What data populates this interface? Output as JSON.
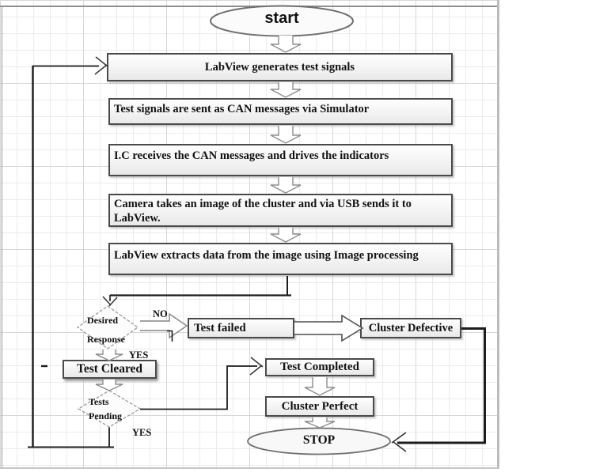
{
  "flowchart": {
    "start_label": "start",
    "stop_label": "STOP",
    "steps": [
      {
        "label": "LabView generates test signals"
      },
      {
        "label": "Test signals are sent as CAN messages via Simulator"
      },
      {
        "label": "I.C receives the CAN messages and drives the indicators"
      },
      {
        "label": "Camera takes an image of the cluster and via USB sends it to LabView."
      },
      {
        "label": "LabView extracts data from the image using Image processing"
      }
    ],
    "decisions": [
      {
        "line1": "Desired",
        "line2": "Response",
        "no_label": "NO",
        "yes_label": "YES"
      },
      {
        "line1": "Tests",
        "line2": "Pending",
        "yes_label": "YES"
      }
    ],
    "results": {
      "test_failed": "Test failed",
      "cluster_defective": "Cluster Defective",
      "test_cleared": "Test Cleared",
      "test_completed": "Test Completed",
      "cluster_perfect": "Cluster Perfect"
    },
    "colors": {
      "connector": "#1c1c1c",
      "box_border": "#4a4a4a",
      "grid_line": "#ebebeb"
    }
  }
}
